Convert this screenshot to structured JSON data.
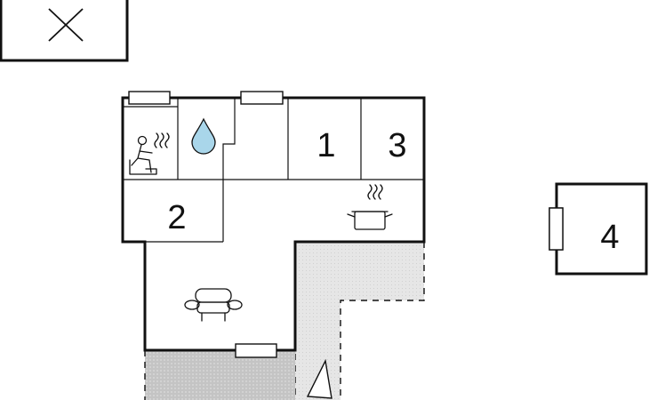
{
  "colors": {
    "wall": "#111111",
    "terrace_light": "#e3e3e3",
    "terrace_dark": "#c8c8c8",
    "water_drop": "#a9d6ea"
  },
  "rooms": {
    "bedroom_1": "1",
    "bedroom_3": "3",
    "bedroom_2": "2",
    "annex_4": "4"
  },
  "icons": [
    "close-icon",
    "sauna-icon",
    "water-drop-icon",
    "cooking-pot-icon",
    "sofa-icon",
    "north-arrow-icon"
  ]
}
